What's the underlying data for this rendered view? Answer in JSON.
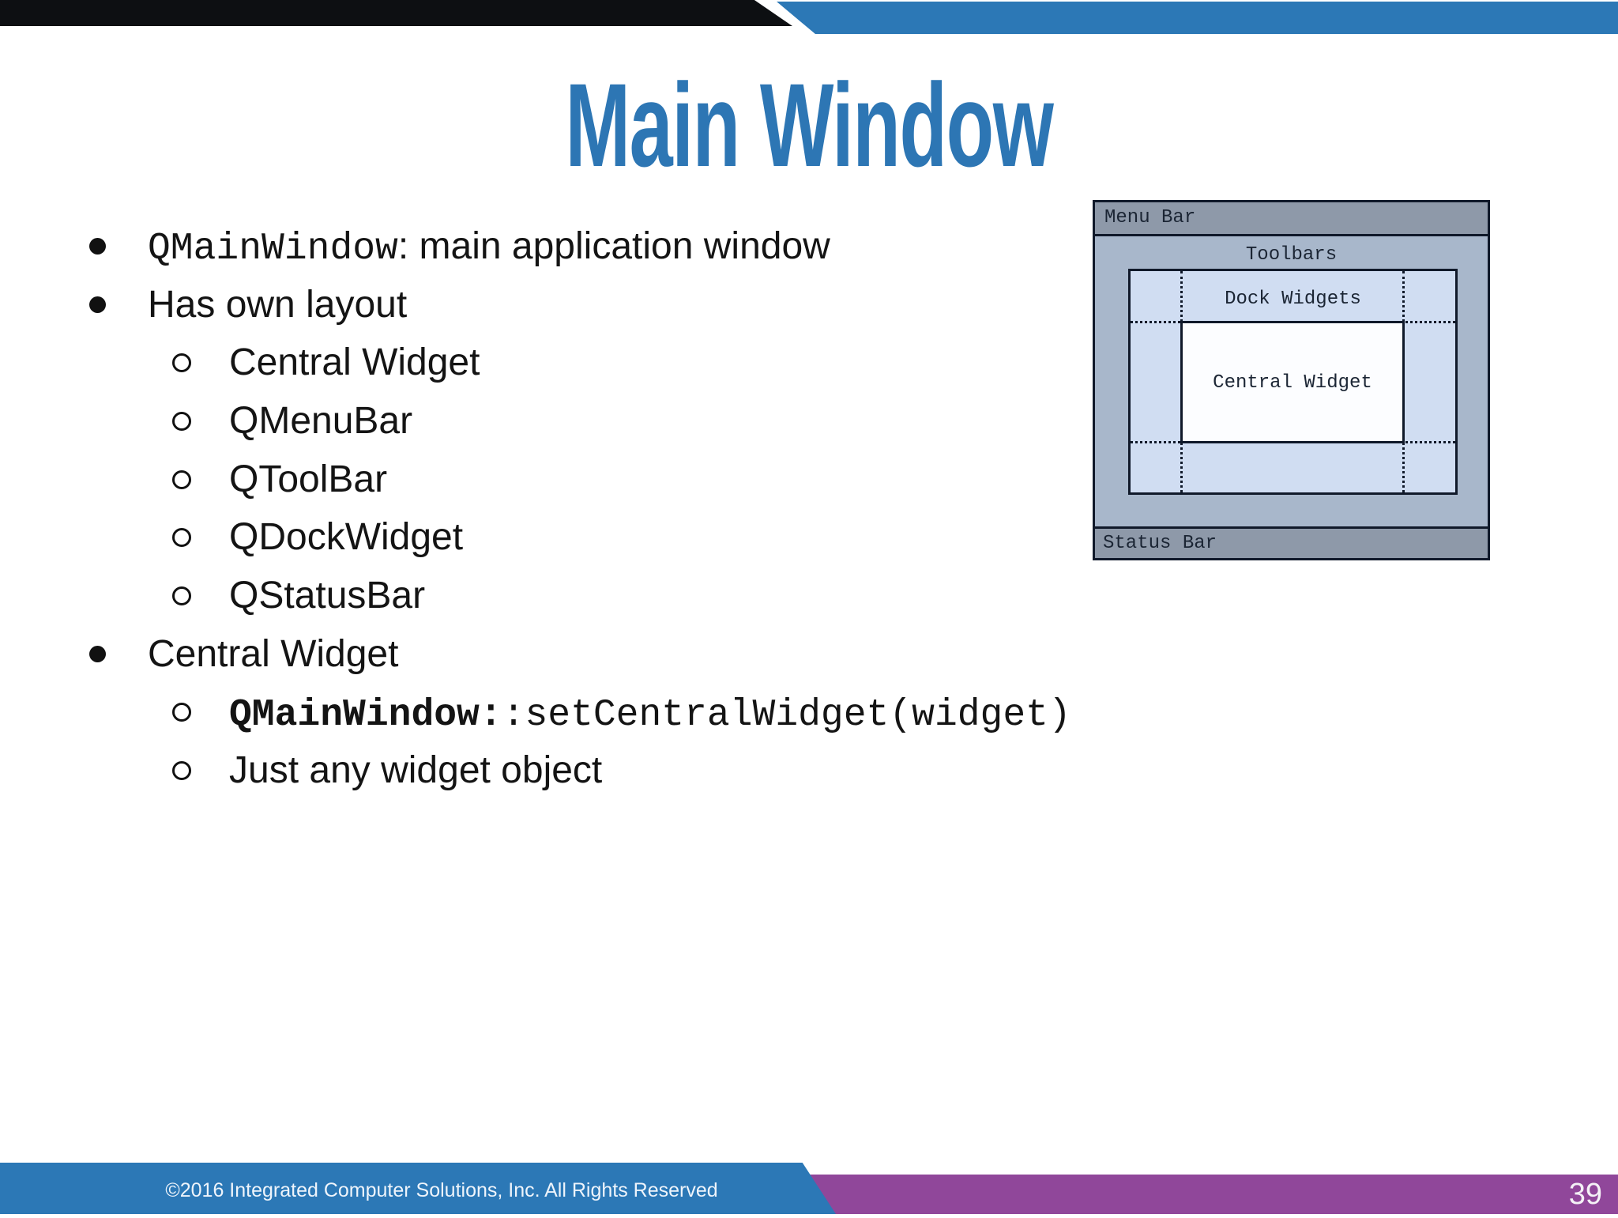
{
  "slide": {
    "title": "Main Window",
    "bullets": [
      {
        "level": 1,
        "segments": [
          {
            "font": "mono",
            "text": "QMainWindow"
          },
          {
            "font": "sans",
            "text": ": main application window"
          }
        ]
      },
      {
        "level": 1,
        "segments": [
          {
            "font": "sans",
            "text": "Has own layout"
          }
        ]
      },
      {
        "level": 2,
        "segments": [
          {
            "font": "sans",
            "text": "Central Widget"
          }
        ]
      },
      {
        "level": 2,
        "segments": [
          {
            "font": "sans",
            "text": "QMenuBar"
          }
        ]
      },
      {
        "level": 2,
        "segments": [
          {
            "font": "sans",
            "text": "QToolBar"
          }
        ]
      },
      {
        "level": 2,
        "segments": [
          {
            "font": "sans",
            "text": "QDockWidget"
          }
        ]
      },
      {
        "level": 2,
        "segments": [
          {
            "font": "sans",
            "text": "QStatusBar"
          }
        ]
      },
      {
        "level": 1,
        "segments": [
          {
            "font": "sans",
            "text": "Central Widget"
          }
        ]
      },
      {
        "level": 2,
        "segments": [
          {
            "font": "mono-bold",
            "text": "QMainWindow:"
          },
          {
            "font": "mono",
            "text": ":setCentralWidget(widget)"
          }
        ]
      },
      {
        "level": 2,
        "segments": [
          {
            "font": "sans",
            "text": "Just any widget object"
          }
        ]
      }
    ],
    "diagram": {
      "menu_bar_label": "Menu Bar",
      "toolbars_label": "Toolbars",
      "dock_widgets_label": "Dock Widgets",
      "central_widget_label": "Central Widget",
      "status_bar_label": "Status Bar"
    },
    "footer": {
      "copyright": "©2016 Integrated Computer Solutions, Inc. All Rights Reserved",
      "page_number": "39"
    },
    "colors": {
      "header_blue": "#2c78b6",
      "footer_purple": "#90479a",
      "title_blue": "#2d76b4",
      "diagram_bar_fill": "#8e99a9",
      "diagram_toolbar_fill": "#a8b7cb",
      "diagram_dock_fill": "#d0ddf2",
      "diagram_border": "#10192a"
    }
  }
}
